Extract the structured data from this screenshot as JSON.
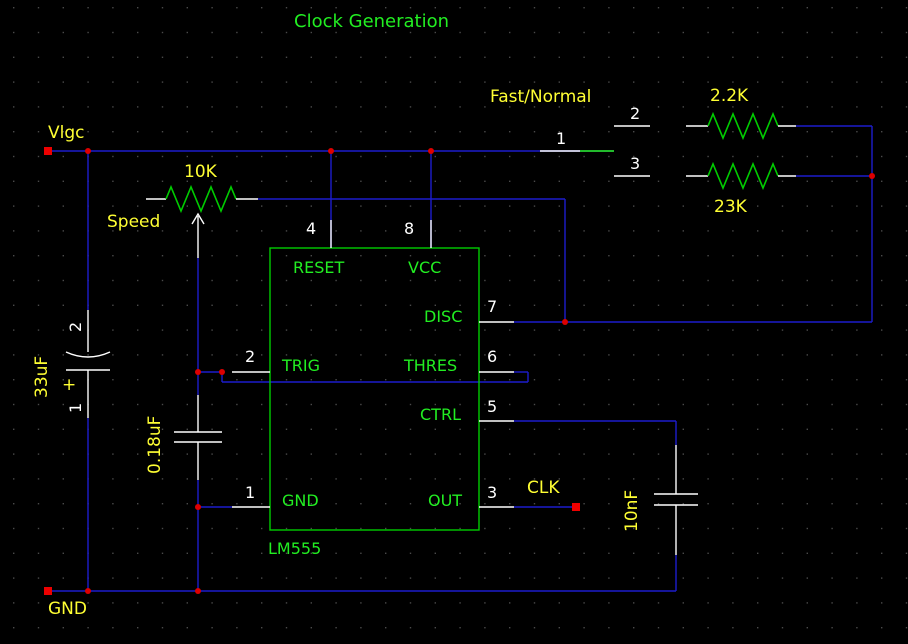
{
  "title": "Clock Generation",
  "nets": {
    "vlgc": "Vlgc",
    "gnd": "GND",
    "clk": "CLK"
  },
  "switch_label": "Fast/Normal",
  "pin_numbers": {
    "sw_common": "1",
    "sw_fast": "2",
    "sw_normal": "3",
    "reset": "4",
    "vcc": "8",
    "disc": "7",
    "trig": "2",
    "thres": "6",
    "ctrl": "5",
    "gnd": "1",
    "out": "3",
    "c33_pos": "1",
    "c33_neg": "2"
  },
  "components": {
    "r_fast": "2.2K",
    "r_normal": "23K",
    "pot": "10K",
    "pot_label": "Speed",
    "c_bulk": "33uF",
    "c_bulk_polarity": "+",
    "c_timing": "0.18uF",
    "c_ctrl": "10nF"
  },
  "ic": {
    "part": "LM555",
    "pins": {
      "reset": "RESET",
      "vcc": "VCC",
      "disc": "DISC",
      "trig": "TRIG",
      "thres": "THRES",
      "ctrl": "CTRL",
      "gnd": "GND",
      "out": "OUT"
    }
  },
  "colors": {
    "background": "#000000",
    "wire": "#1c1ccc",
    "component": "#00cc00",
    "label": "#ffff33",
    "junction": "#dd0000"
  }
}
